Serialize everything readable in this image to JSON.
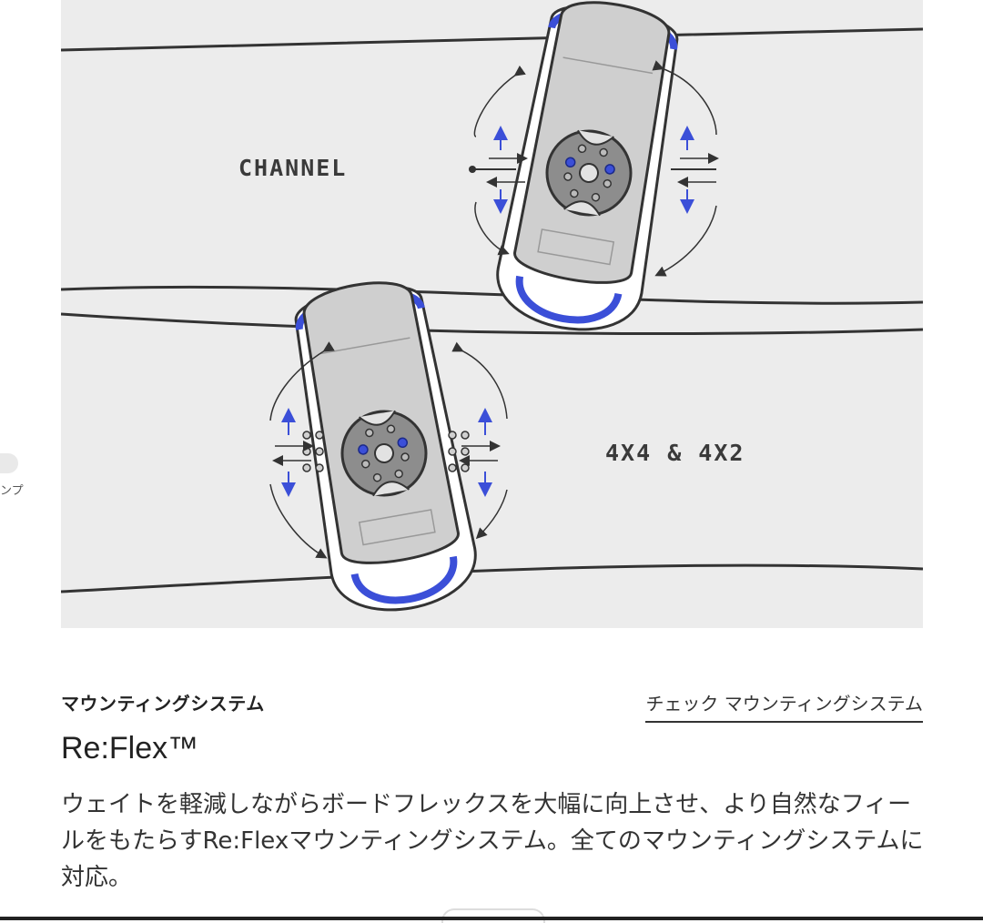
{
  "diagram": {
    "label_channel": "CHANNEL",
    "label_4x4": "4X4 & 4X2",
    "colors": {
      "background": "#ececec",
      "accent_blue": "#3b4fd8",
      "binding_gray": "#c9c9c9",
      "line": "#333333"
    }
  },
  "sidebar_ghost": {
    "text": "ンプ"
  },
  "section": {
    "eyebrow": "マウンティングシステム",
    "link_label": "チェック マウンティングシステム",
    "title": "Re:Flex™",
    "description": "ウェイトを軽減しながらボードフレックスを大幅に向上させ、より自然なフィールをもたらすRe:Flexマウンティングシステム。全てのマウンティングシステムに対応。"
  }
}
